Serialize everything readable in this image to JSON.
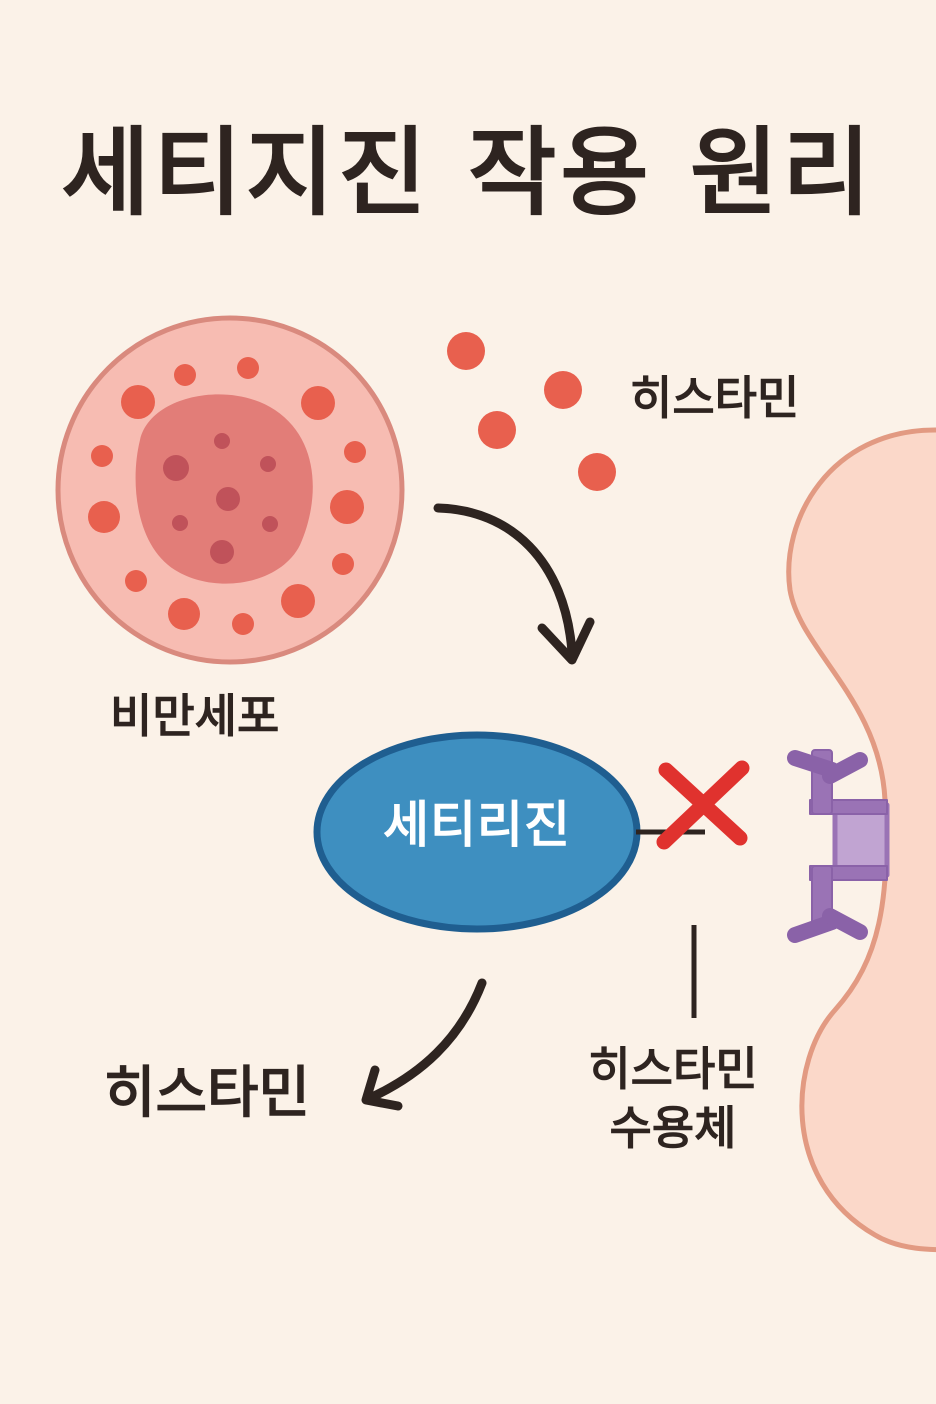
{
  "title": "세티지진 작용 원리",
  "labels": {
    "histamine_top": "히스타민",
    "mast_cell": "비만세포",
    "cetirizine": "세티리진",
    "histamine_bottom": "히스타민",
    "receptor_line1": "히스타민",
    "receptor_line2": "수용체"
  },
  "colors": {
    "background": "#fbf2e8",
    "text": "#2e2420",
    "mast_cell_outer": "#f7bcb2",
    "mast_cell_border": "#d98a7e",
    "mast_cell_nucleus": "#e27d78",
    "granule": "#e8604e",
    "cetirizine_fill": "#3e8fc0",
    "cetirizine_border": "#1f5e90",
    "block_x": "#e0322e",
    "receptor": "#9a73b5",
    "target_cell": "#fbd8c9",
    "target_cell_border": "#e29a82"
  },
  "icons": {
    "block": "red-x-mark",
    "arrow": "curved-arrow"
  }
}
